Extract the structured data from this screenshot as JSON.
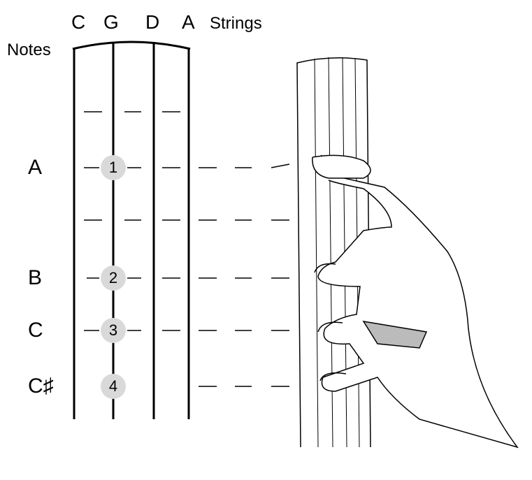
{
  "strings_header": {
    "string_names": [
      "C",
      "G",
      "D",
      "A"
    ],
    "strings_label": "Strings",
    "notes_label": "Notes"
  },
  "notes": [
    {
      "note": "A",
      "finger": "1"
    },
    {
      "note": "B",
      "finger": "2"
    },
    {
      "note": "C",
      "finger": "3"
    },
    {
      "note": "C♯",
      "finger": "4"
    }
  ],
  "colors": {
    "finger_marker": "#d9d9d9",
    "line": "#000000"
  }
}
